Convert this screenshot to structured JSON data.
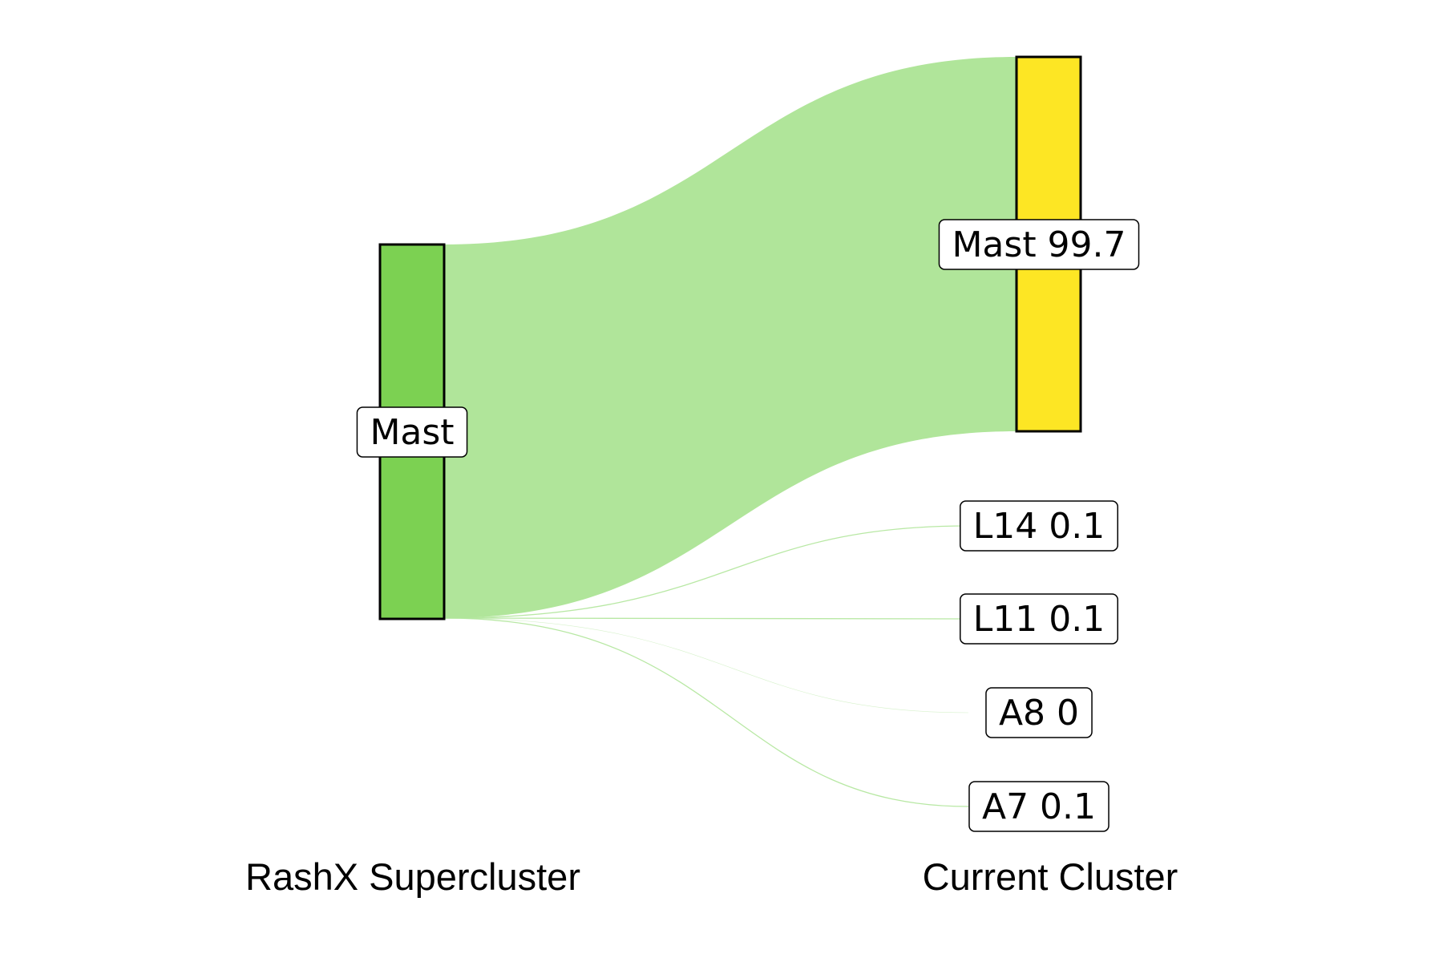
{
  "chart_data": {
    "type": "sankey",
    "columns": [
      {
        "label": "RashX Supercluster"
      },
      {
        "label": "Current Cluster"
      }
    ],
    "source_nodes": [
      {
        "id": "src-mast",
        "label": "Mast",
        "color": "#7cd152"
      }
    ],
    "target_nodes": [
      {
        "id": "tgt-mast",
        "label": "Mast 99.7",
        "name": "Mast",
        "value": 99.7,
        "color": "#fde624"
      },
      {
        "id": "tgt-l14",
        "label": "L14 0.1",
        "name": "L14",
        "value": 0.1,
        "color": "#fde624"
      },
      {
        "id": "tgt-l11",
        "label": "L11 0.1",
        "name": "L11",
        "value": 0.1,
        "color": "#fde624"
      },
      {
        "id": "tgt-a8",
        "label": "A8 0",
        "name": "A8",
        "value": 0,
        "color": "#fde624"
      },
      {
        "id": "tgt-a7",
        "label": "A7 0.1",
        "name": "A7",
        "value": 0.1,
        "color": "#fde624"
      }
    ],
    "flows": [
      {
        "source": "Mast",
        "target": "Mast",
        "value": 99.7
      },
      {
        "source": "Mast",
        "target": "L14",
        "value": 0.1
      },
      {
        "source": "Mast",
        "target": "L11",
        "value": 0.1
      },
      {
        "source": "Mast",
        "target": "A8",
        "value": 0
      },
      {
        "source": "Mast",
        "target": "A7",
        "value": 0.1
      }
    ],
    "flow_color": "#b0e59a",
    "node_border_color": "#000000"
  }
}
